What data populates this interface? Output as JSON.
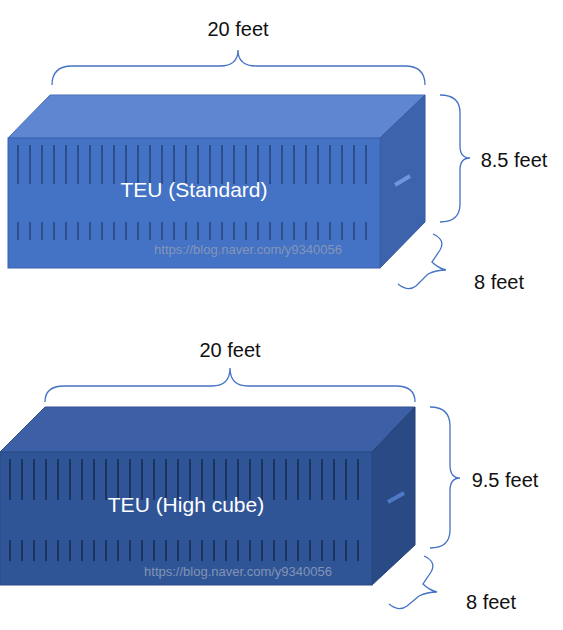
{
  "diagram": {
    "nodes": [
      {
        "text": [
          "TEU (Standard)"
        ]
      },
      {
        "text": [
          "TEU (High cube)"
        ]
      }
    ],
    "labels": [
      "20 feet",
      "8.5 feet",
      "8 feet",
      "https://blog.naver.com/y9340056",
      "20 feet",
      "9.5 feet",
      "8 feet",
      "https://blog.naver.com/y9340056"
    ]
  }
}
